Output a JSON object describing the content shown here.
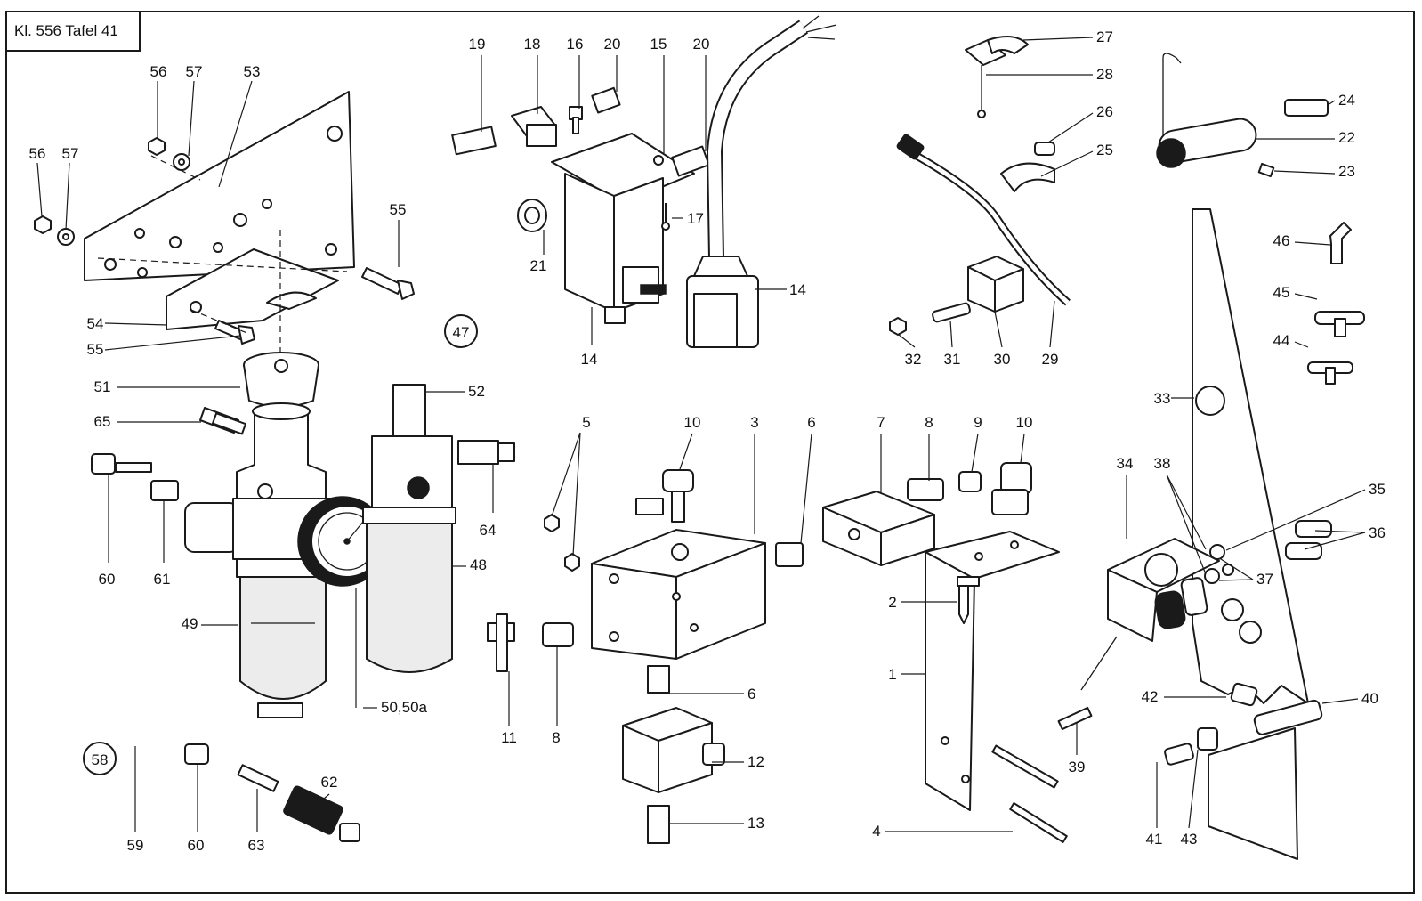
{
  "header": {
    "title": "Kl. 556 Tafel 41"
  },
  "labels": [
    {
      "id": "l19",
      "text": "19"
    },
    {
      "id": "l18",
      "text": "18"
    },
    {
      "id": "l16",
      "text": "16"
    },
    {
      "id": "l20a",
      "text": "20"
    },
    {
      "id": "l15",
      "text": "15"
    },
    {
      "id": "l20b",
      "text": "20"
    },
    {
      "id": "l17",
      "text": "17"
    },
    {
      "id": "l21",
      "text": "21"
    },
    {
      "id": "l14a",
      "text": "14"
    },
    {
      "id": "l14b",
      "text": "14"
    },
    {
      "id": "l27",
      "text": "27"
    },
    {
      "id": "l28",
      "text": "28"
    },
    {
      "id": "l26",
      "text": "26"
    },
    {
      "id": "l25",
      "text": "25"
    },
    {
      "id": "l24",
      "text": "24"
    },
    {
      "id": "l22",
      "text": "22"
    },
    {
      "id": "l23",
      "text": "23"
    },
    {
      "id": "l56a",
      "text": "56"
    },
    {
      "id": "l57a",
      "text": "57"
    },
    {
      "id": "l53",
      "text": "53"
    },
    {
      "id": "l56b",
      "text": "56"
    },
    {
      "id": "l57b",
      "text": "57"
    },
    {
      "id": "l55a",
      "text": "55"
    },
    {
      "id": "l54",
      "text": "54"
    },
    {
      "id": "l55b",
      "text": "55"
    },
    {
      "id": "l47",
      "text": "47"
    },
    {
      "id": "l51",
      "text": "51"
    },
    {
      "id": "l52",
      "text": "52"
    },
    {
      "id": "l65",
      "text": "65"
    },
    {
      "id": "l64",
      "text": "64"
    },
    {
      "id": "l48",
      "text": "48"
    },
    {
      "id": "l60a",
      "text": "60"
    },
    {
      "id": "l61",
      "text": "61"
    },
    {
      "id": "l49",
      "text": "49"
    },
    {
      "id": "l50",
      "text": "50,50a"
    },
    {
      "id": "l58",
      "text": "58"
    },
    {
      "id": "l59",
      "text": "59"
    },
    {
      "id": "l60b",
      "text": "60"
    },
    {
      "id": "l63",
      "text": "63"
    },
    {
      "id": "l62",
      "text": "62"
    },
    {
      "id": "l5",
      "text": "5"
    },
    {
      "id": "l10a",
      "text": "10"
    },
    {
      "id": "l3",
      "text": "3"
    },
    {
      "id": "l6a",
      "text": "6"
    },
    {
      "id": "l7",
      "text": "7"
    },
    {
      "id": "l8a",
      "text": "8"
    },
    {
      "id": "l9",
      "text": "9"
    },
    {
      "id": "l10b",
      "text": "10"
    },
    {
      "id": "l11",
      "text": "11"
    },
    {
      "id": "l8b",
      "text": "8"
    },
    {
      "id": "l6b",
      "text": "6"
    },
    {
      "id": "l12",
      "text": "12"
    },
    {
      "id": "l13",
      "text": "13"
    },
    {
      "id": "l2",
      "text": "2"
    },
    {
      "id": "l1",
      "text": "1"
    },
    {
      "id": "l4",
      "text": "4"
    },
    {
      "id": "l39",
      "text": "39"
    },
    {
      "id": "l32",
      "text": "32"
    },
    {
      "id": "l31",
      "text": "31"
    },
    {
      "id": "l30",
      "text": "30"
    },
    {
      "id": "l29",
      "text": "29"
    },
    {
      "id": "l46",
      "text": "46"
    },
    {
      "id": "l45",
      "text": "45"
    },
    {
      "id": "l44",
      "text": "44"
    },
    {
      "id": "l33",
      "text": "33"
    },
    {
      "id": "l34",
      "text": "34"
    },
    {
      "id": "l38",
      "text": "38"
    },
    {
      "id": "l35",
      "text": "35"
    },
    {
      "id": "l36",
      "text": "36"
    },
    {
      "id": "l37",
      "text": "37"
    },
    {
      "id": "l42",
      "text": "42"
    },
    {
      "id": "l40",
      "text": "40"
    },
    {
      "id": "l41",
      "text": "41"
    },
    {
      "id": "l43",
      "text": "43"
    }
  ]
}
